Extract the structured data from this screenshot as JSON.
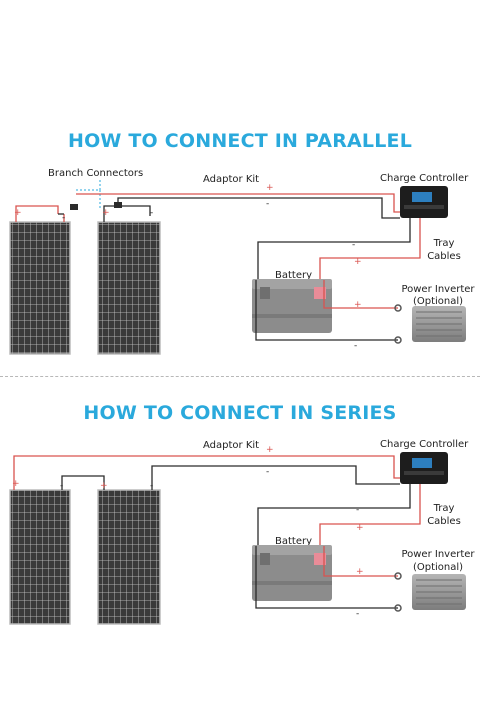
{
  "parallel": {
    "title": "HOW TO CONNECT IN PARALLEL",
    "branch_connectors": "Branch Connectors",
    "adaptor_kit": "Adaptor Kit",
    "charge_controller": "Charge Controller",
    "tray_cables": [
      "Tray",
      "Cables"
    ],
    "battery": "Battery",
    "power_inverter": [
      "Power Inverter",
      "(Optional)"
    ]
  },
  "series": {
    "title": "HOW TO CONNECT IN SERIES",
    "adaptor_kit": "Adaptor Kit",
    "charge_controller": "Charge Controller",
    "tray_cables": [
      "Tray",
      "Cables"
    ],
    "battery": "Battery",
    "power_inverter": [
      "Power Inverter",
      "(Optional)"
    ]
  },
  "polarity": {
    "plus": "+",
    "minus": "-"
  },
  "colors": {
    "title": "#2aa9dc",
    "positive_wire": "#d9534f",
    "negative_wire": "#2b2b2b",
    "panel_cell": "#3a3a3a",
    "device_gray": "#8c8c8c"
  },
  "icons": [
    "solar-panel-icon",
    "charge-controller-icon",
    "battery-icon",
    "power-inverter-icon",
    "ring-terminal-icon"
  ]
}
